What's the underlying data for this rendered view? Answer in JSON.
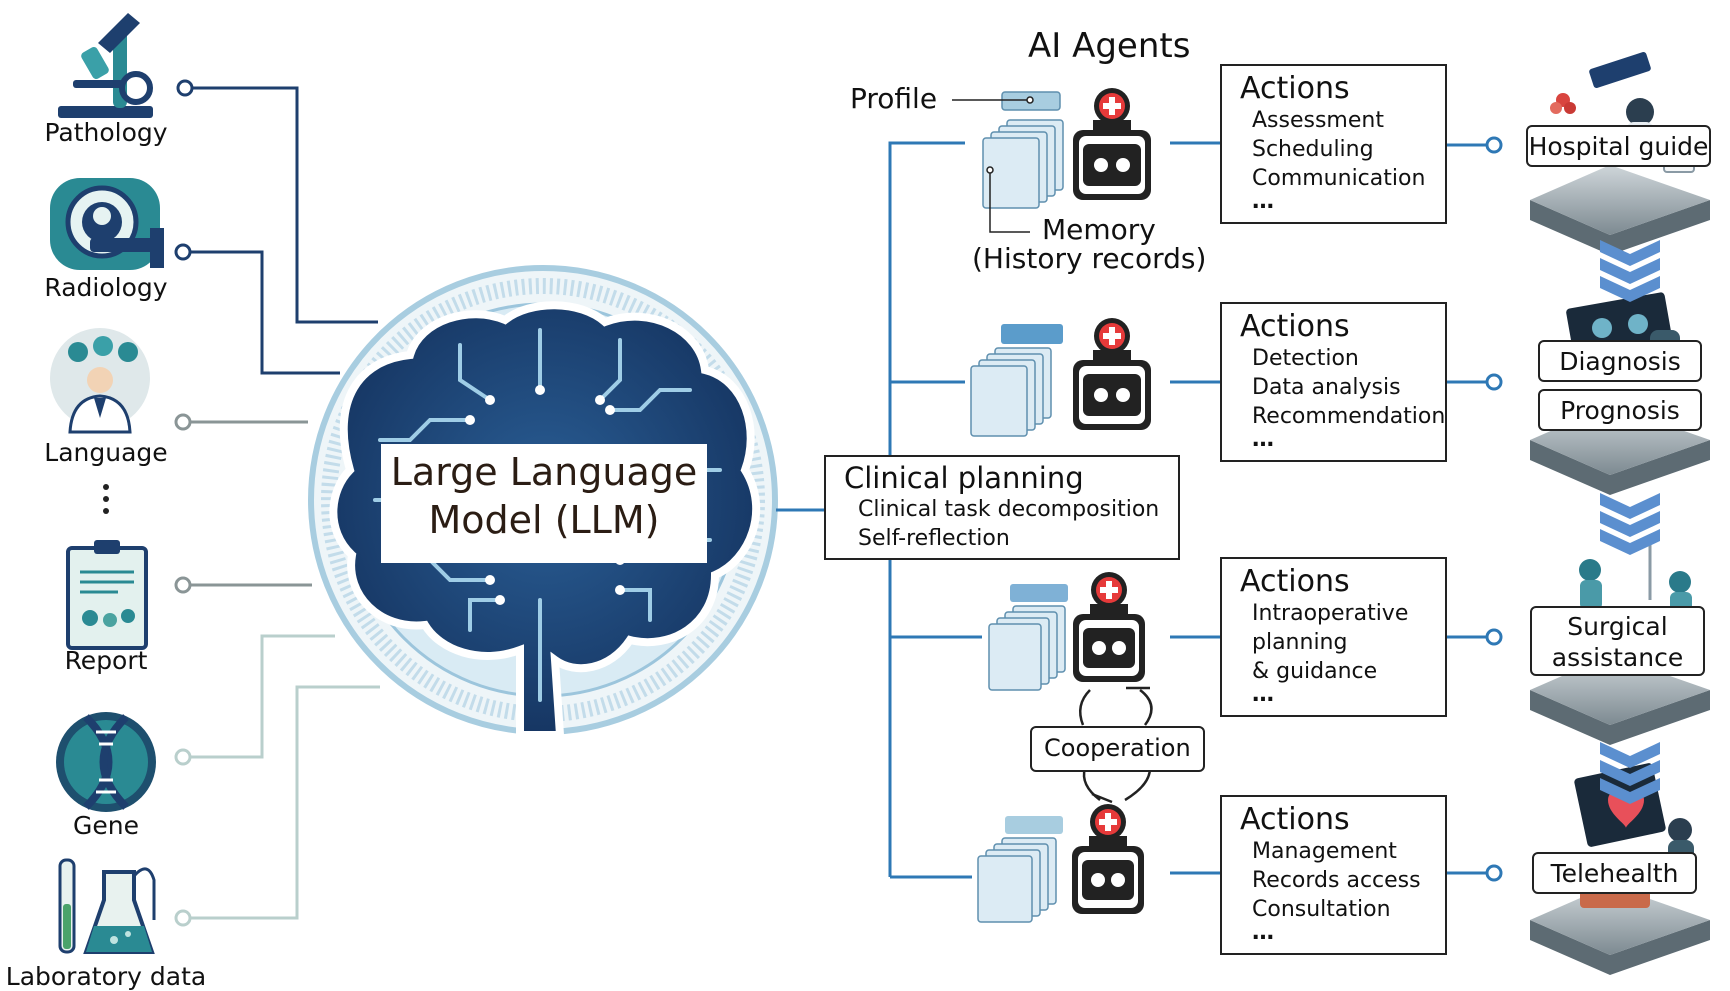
{
  "inputs": [
    {
      "label": "Pathology",
      "icon": "microscope-icon"
    },
    {
      "label": "Radiology",
      "icon": "mri-scanner-icon"
    },
    {
      "label": "Language",
      "icon": "doctor-chat-icon"
    },
    {
      "label": "Report",
      "icon": "clipboard-report-icon"
    },
    {
      "label": "Gene",
      "icon": "dna-icon"
    },
    {
      "label": "Laboratory data",
      "icon": "flask-icon"
    }
  ],
  "llm": {
    "line1": "Large Language",
    "line2": "Model (LLM)",
    "icon": "circuit-brain-icon"
  },
  "agents": {
    "title": "AI Agents",
    "profile_label": "Profile",
    "memory_label": "Memory",
    "memory_sub": "(History records)",
    "cooperation_label": "Cooperation"
  },
  "planning": {
    "title": "Clinical planning",
    "items": [
      "Clinical task decomposition",
      "Self-reflection"
    ]
  },
  "action_groups": [
    {
      "title": "Actions",
      "items": [
        "Assessment",
        "Scheduling",
        "Communication"
      ],
      "ellipsis": "…"
    },
    {
      "title": "Actions",
      "items": [
        "Detection",
        "Data analysis",
        "Recommendation"
      ],
      "ellipsis": "…"
    },
    {
      "title": "Actions",
      "items": [
        "Intraoperative",
        "planning",
        "& guidance"
      ],
      "ellipsis": "…"
    },
    {
      "title": "Actions",
      "items": [
        "Management",
        "Records access",
        "Consultation"
      ],
      "ellipsis": "…"
    }
  ],
  "scenarios": [
    {
      "labels": [
        "Hospital guide"
      ]
    },
    {
      "labels": [
        "Diagnosis",
        "Prognosis"
      ]
    },
    {
      "labels": [
        "Surgical",
        "assistance"
      ]
    },
    {
      "labels": [
        "Telehealth"
      ]
    }
  ],
  "colors": {
    "dark_blue": "#1e3f6e",
    "mid_blue": "#2e78b5",
    "gray": "#8a9596",
    "light_gray": "#b9cfcc",
    "teal": "#2a8a93"
  }
}
